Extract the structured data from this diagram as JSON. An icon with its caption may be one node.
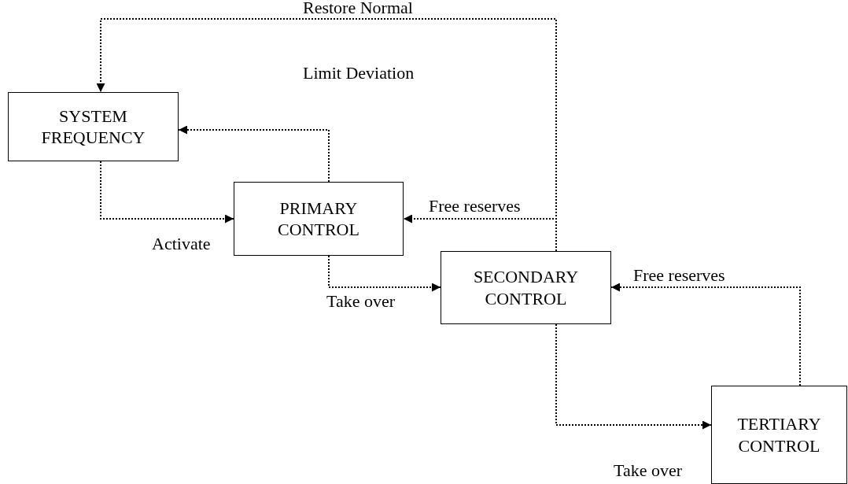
{
  "diagram": {
    "nodes": [
      {
        "text": [
          "SYSTEM FREQUENCY"
        ]
      },
      {
        "text": [
          "PRIMARY CONTROL"
        ]
      },
      {
        "text": [
          "SECONDARY CONTROL"
        ]
      },
      {
        "text": [
          "TERTIARY CONTROL"
        ]
      }
    ],
    "edges": [
      {
        "from": 2,
        "to": 0,
        "arrow": "to",
        "label": "Restore Normal"
      },
      {
        "from": 1,
        "to": 0,
        "arrow": "to",
        "label": "Limit Deviation"
      },
      {
        "from": 0,
        "to": 1,
        "arrow": "to",
        "label": "Activate"
      },
      {
        "from": 2,
        "to": 1,
        "arrow": "to",
        "label": "Free reserves"
      },
      {
        "from": 1,
        "to": 2,
        "arrow": "to",
        "label": "Take over"
      },
      {
        "from": 3,
        "to": 2,
        "arrow": "to",
        "label": "Free reserves"
      },
      {
        "from": 2,
        "to": 3,
        "arrow": "to",
        "label": "Take over"
      }
    ]
  }
}
